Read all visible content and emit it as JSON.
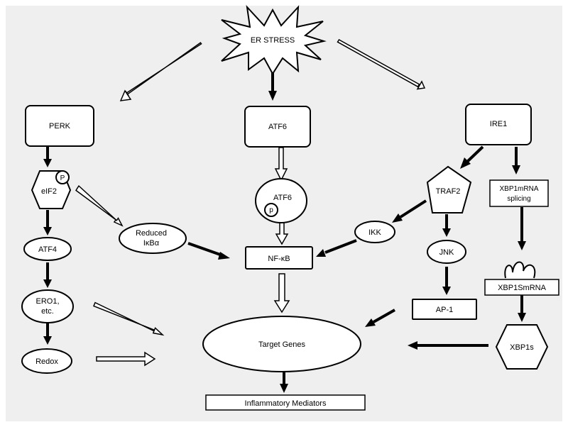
{
  "colors": {
    "background": "#efefef",
    "stroke": "#000000",
    "fill": "#ffffff"
  },
  "nodes": {
    "er_stress": "ER STRESS",
    "perk": "PERK",
    "atf6": "ATF6",
    "ire1": "IRE1",
    "eif2": "eIF2",
    "eif2_p": "P",
    "atf6_inner": "ATF6",
    "atf6_p": "p",
    "traf2": "TRAF2",
    "xbp1_splicing_line1": "XBP1mRNA",
    "xbp1_splicing_line2": "splicing",
    "reduced_line1": "Reduced",
    "reduced_line2": "IκBα",
    "ikk": "IKK",
    "atf4": "ATF4",
    "nfkb": "NF-κB",
    "jnk": "JNK",
    "xbp1smrna": "XBP1SmRNA",
    "ero1_line1": "ERO1,",
    "ero1_line2": "etc.",
    "ap1": "AP-1",
    "target_genes": "Target Genes",
    "xbp1s": "XBP1s",
    "redox": "Redox",
    "inflammatory": "Inflammatory Mediators"
  }
}
